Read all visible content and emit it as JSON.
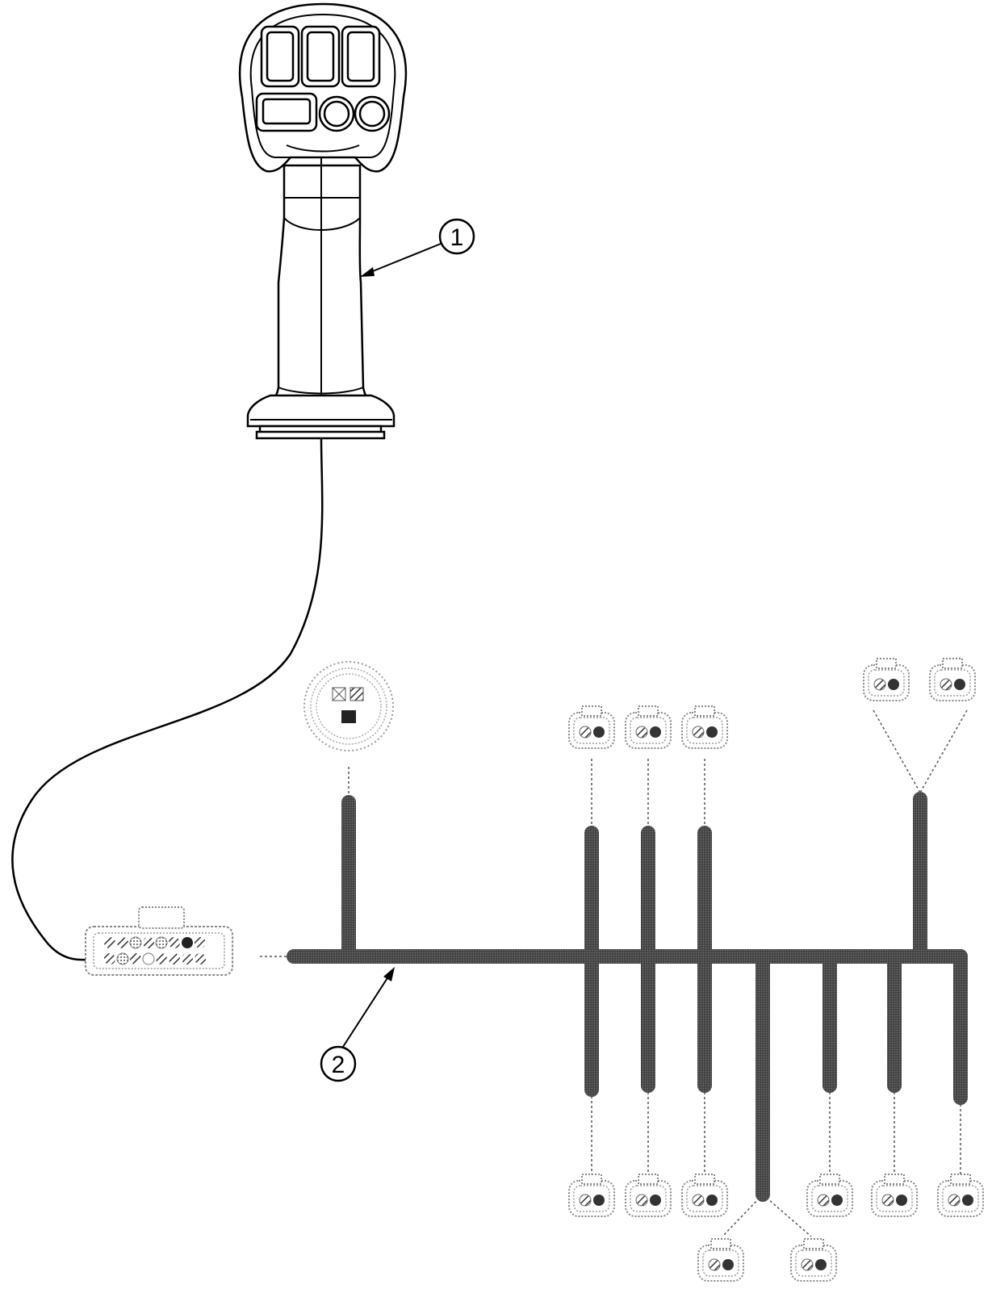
{
  "diagram": {
    "callouts": [
      {
        "id": "1",
        "label": "1"
      },
      {
        "id": "2",
        "label": "2"
      }
    ],
    "colors": {
      "ink": "#000000",
      "harness": "#2a2a2a",
      "dotted_outline": "#8a8a8a",
      "background": "#ffffff"
    },
    "parts": [
      {
        "callout": "1",
        "name": "joystick-handle"
      },
      {
        "callout": "2",
        "name": "wiring-harness"
      }
    ]
  }
}
